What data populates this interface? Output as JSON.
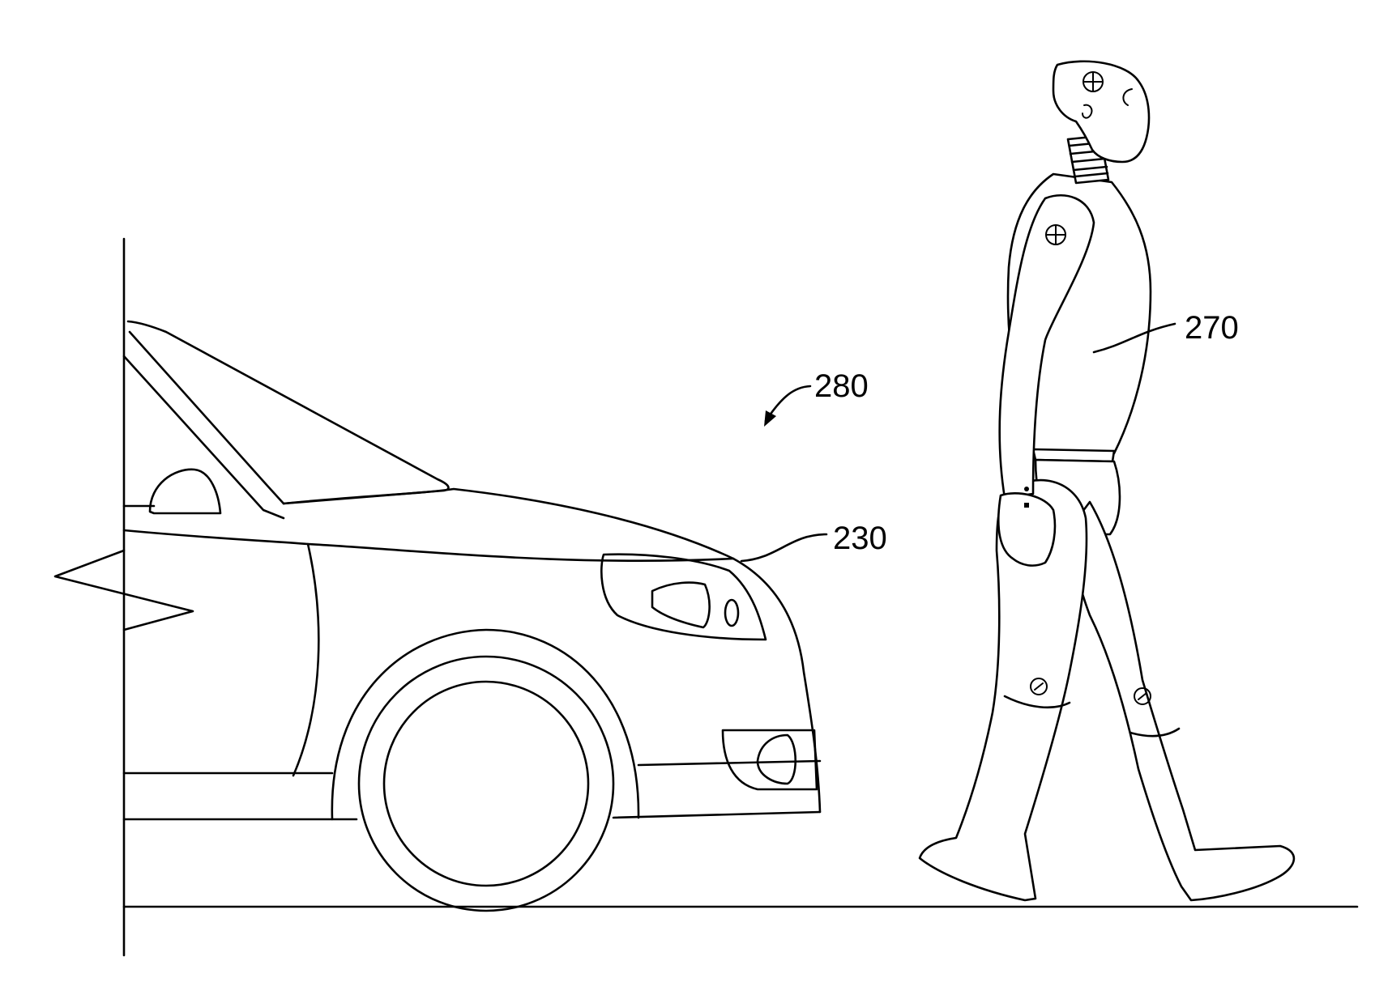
{
  "labels": {
    "car": "230",
    "dummy": "270",
    "scene": "280"
  },
  "colors": {
    "line": "#000000",
    "background": "#ffffff"
  }
}
